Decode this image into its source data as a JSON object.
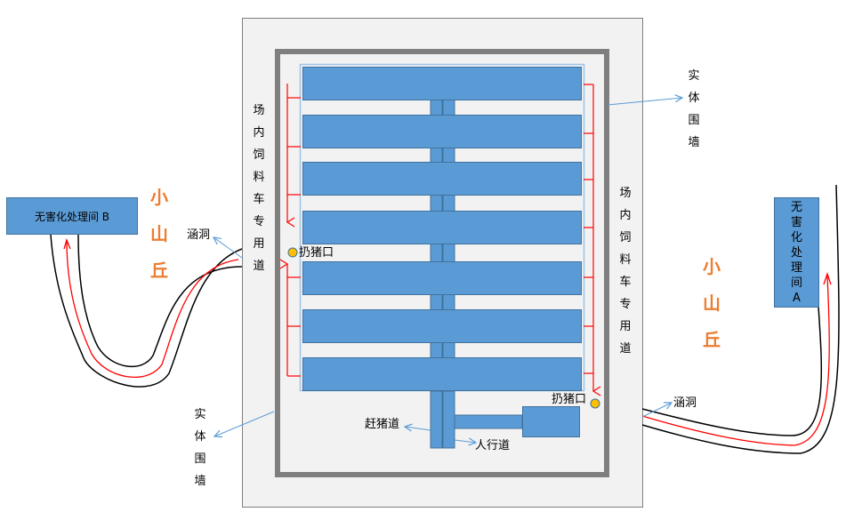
{
  "diagram": {
    "title_labels": {
      "wall_right": "实体围墙",
      "wall_bottom_left": "实体围墙",
      "feed_road_left": "场内饲料车专用道",
      "feed_road_right": "场内饲料车专用道",
      "hill_left": "小山丘",
      "hill_right": "小山丘",
      "culvert_left": "涵洞",
      "culvert_right": "涵洞",
      "drop_point_left": "扔猪口",
      "drop_point_right": "扔猪口",
      "pig_driving_road": "赶猪道",
      "walkway": "人行道"
    },
    "facilities": {
      "treatment_b": "无害化处理间 B",
      "treatment_a": "无害化处理间A"
    },
    "barn_count": 7,
    "colors": {
      "barn_fill": "#5b9bd5",
      "barn_border": "#41719c",
      "wall": "#7f7f7f",
      "site_bg": "#f2f2f2",
      "route_red": "#ff0000",
      "hill_text": "#ed7d31",
      "drop_point": "#ffc000",
      "pointer_arrow": "#5b9bd5"
    }
  }
}
